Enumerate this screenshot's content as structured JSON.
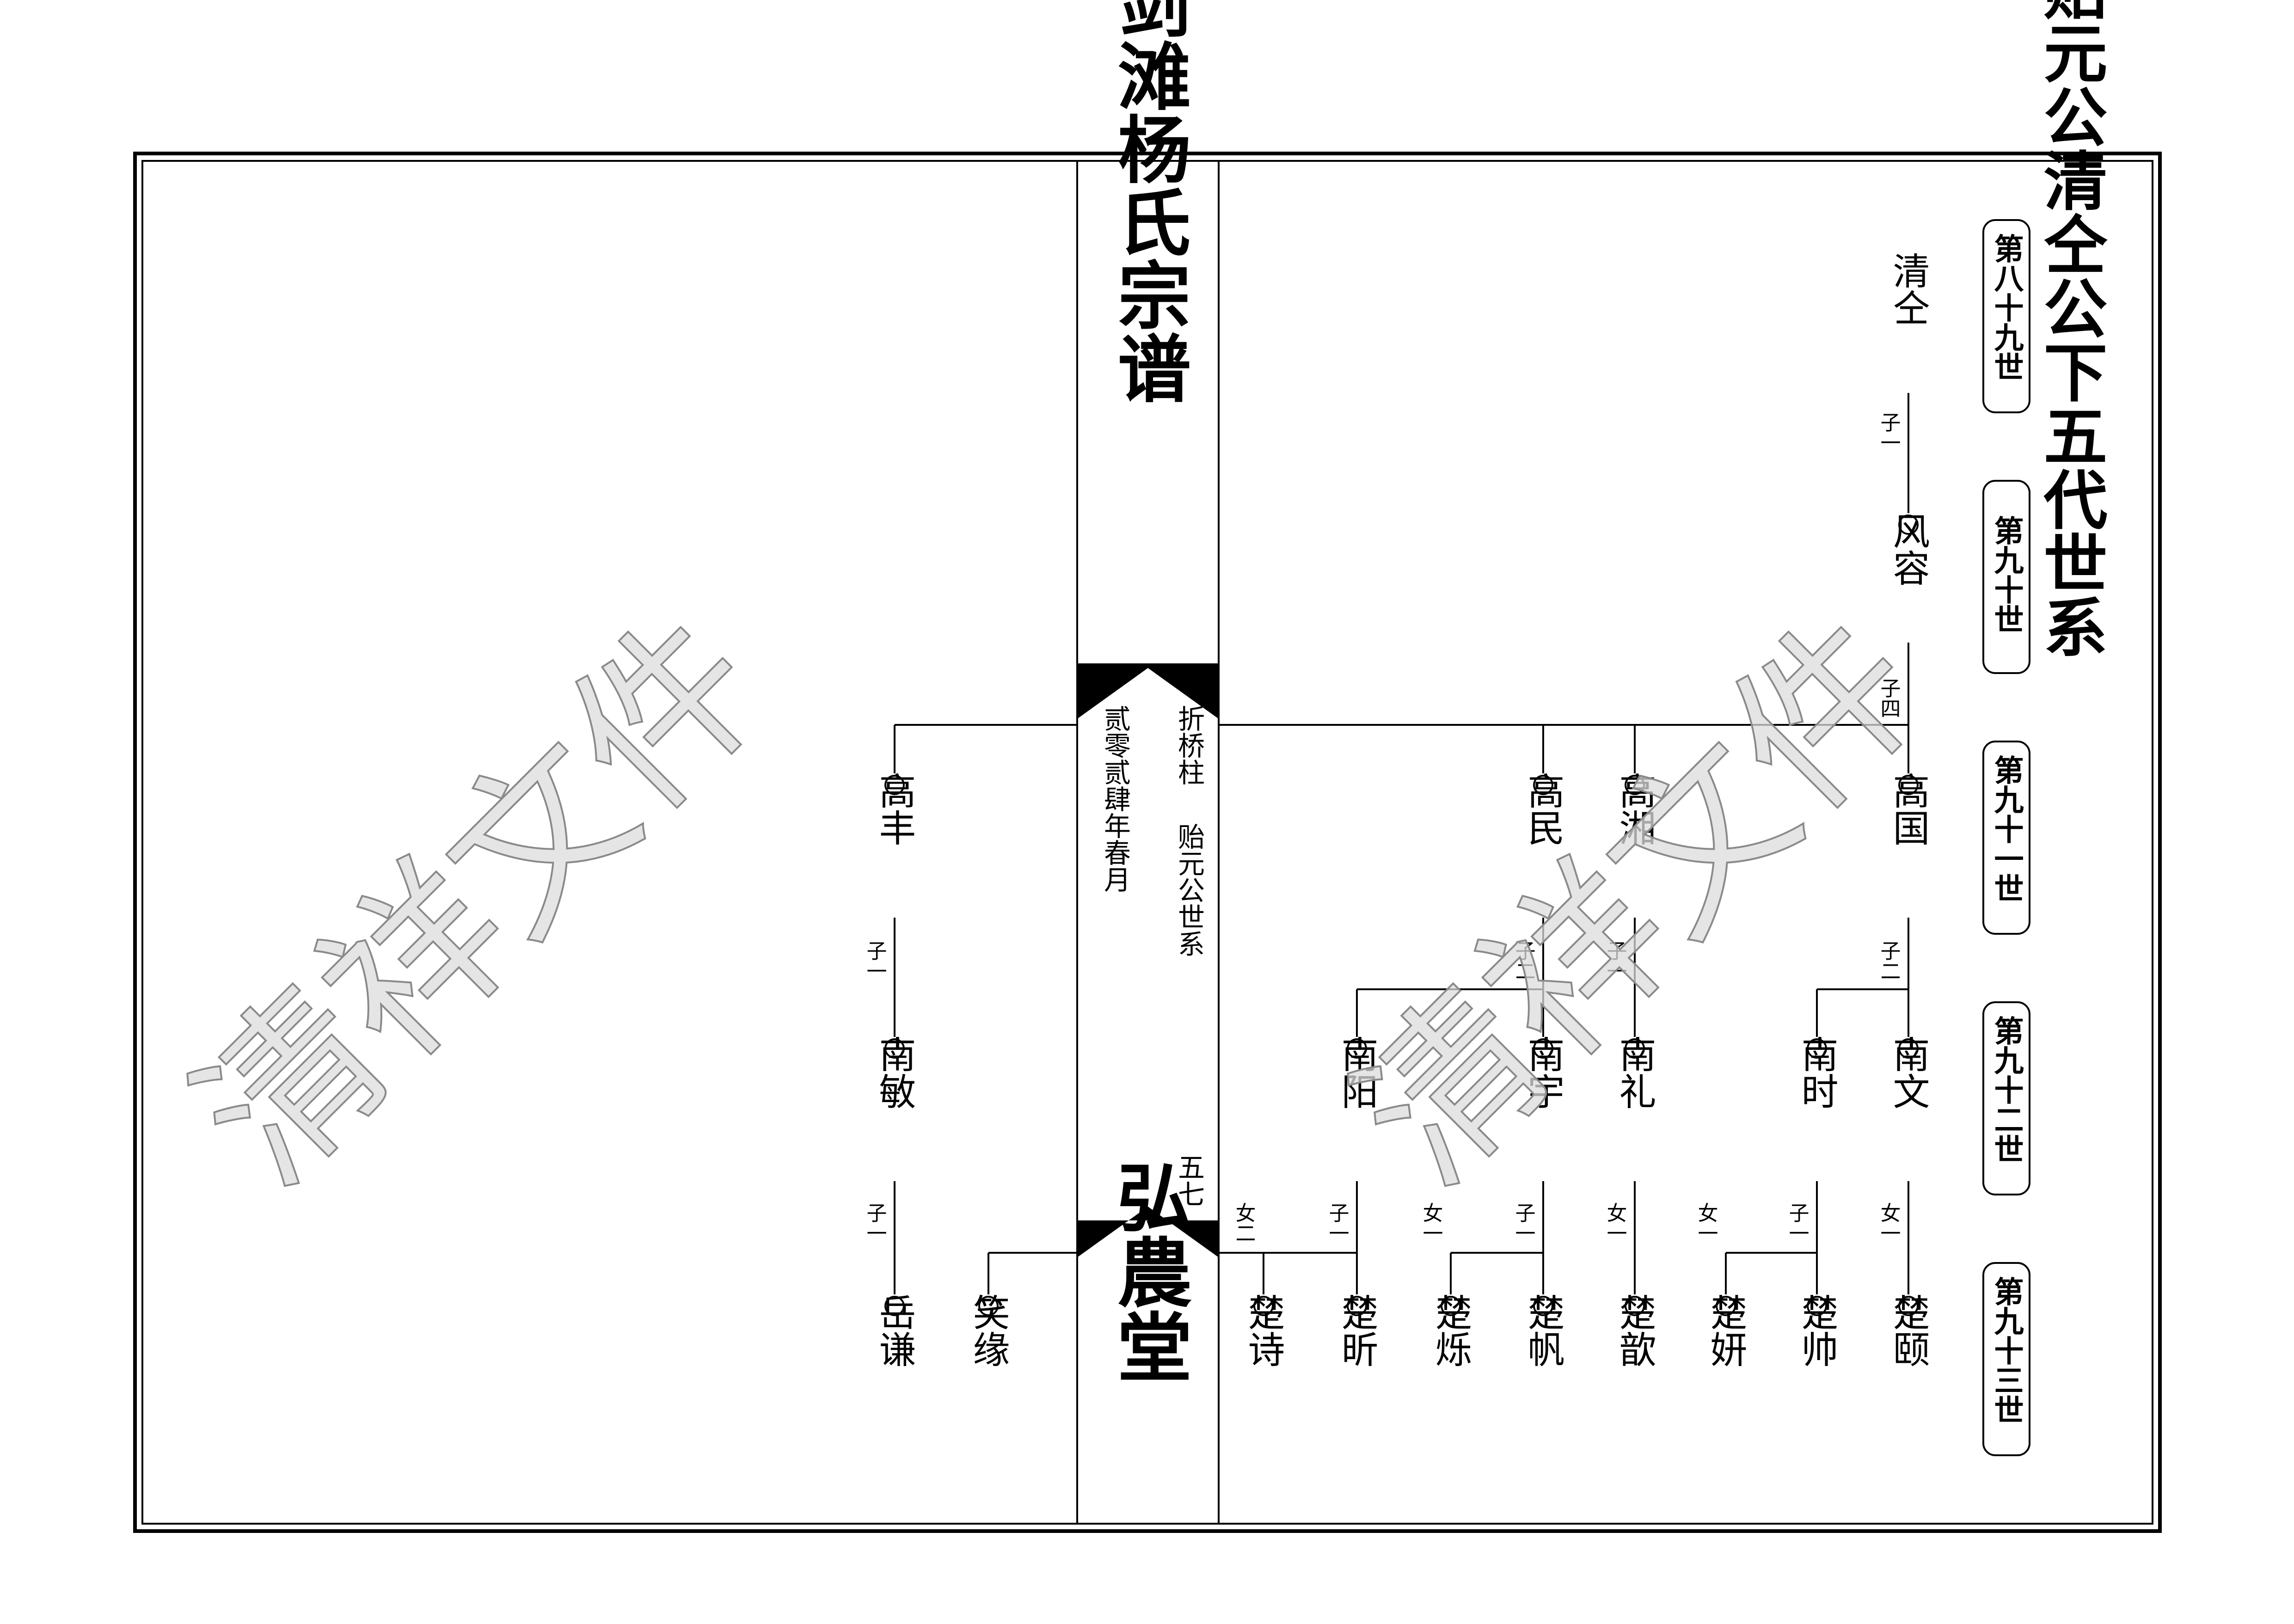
{
  "book": {
    "title": "剑滩杨氏宗谱",
    "hall": "弘農堂",
    "branch": "折桥柱",
    "lineage": "贻元公世系",
    "date": "贰零贰肆年春月",
    "page_no": "五七"
  },
  "section_title": "上折桥贻元公清仝公下五代世系",
  "generations": [
    "第八十九世",
    "第九十世",
    "第九十一世",
    "第九十二世",
    "第九十三世"
  ],
  "watermark": "清祥文件",
  "people": {
    "qingtong": "清仝",
    "fengrong": "风容",
    "gaoguo": "高国",
    "gaoxiang": "高湘",
    "gaomin": "高民",
    "gaofeng": "高丰",
    "nanwen": "南文",
    "nanshi": "南时",
    "nanli": "南礼",
    "nanyu": "南宇",
    "nanyang": "南阳",
    "nanmin": "南敏",
    "chuyi": "楚颐",
    "chushuai": "楚帅",
    "chuyan": "楚妍",
    "chuxin": "楚歆",
    "chufan": "楚帆",
    "chushuo": "楚烁",
    "chuxin2": "楚昕",
    "chushi": "楚诗",
    "yuqian": "岳谦",
    "xiaoyuan": "笑缘"
  },
  "relations": {
    "zi1": "子一",
    "zi2": "子二",
    "zi3": "子三",
    "zi4": "子四",
    "nv1": "女一",
    "nv2": "女二"
  }
}
